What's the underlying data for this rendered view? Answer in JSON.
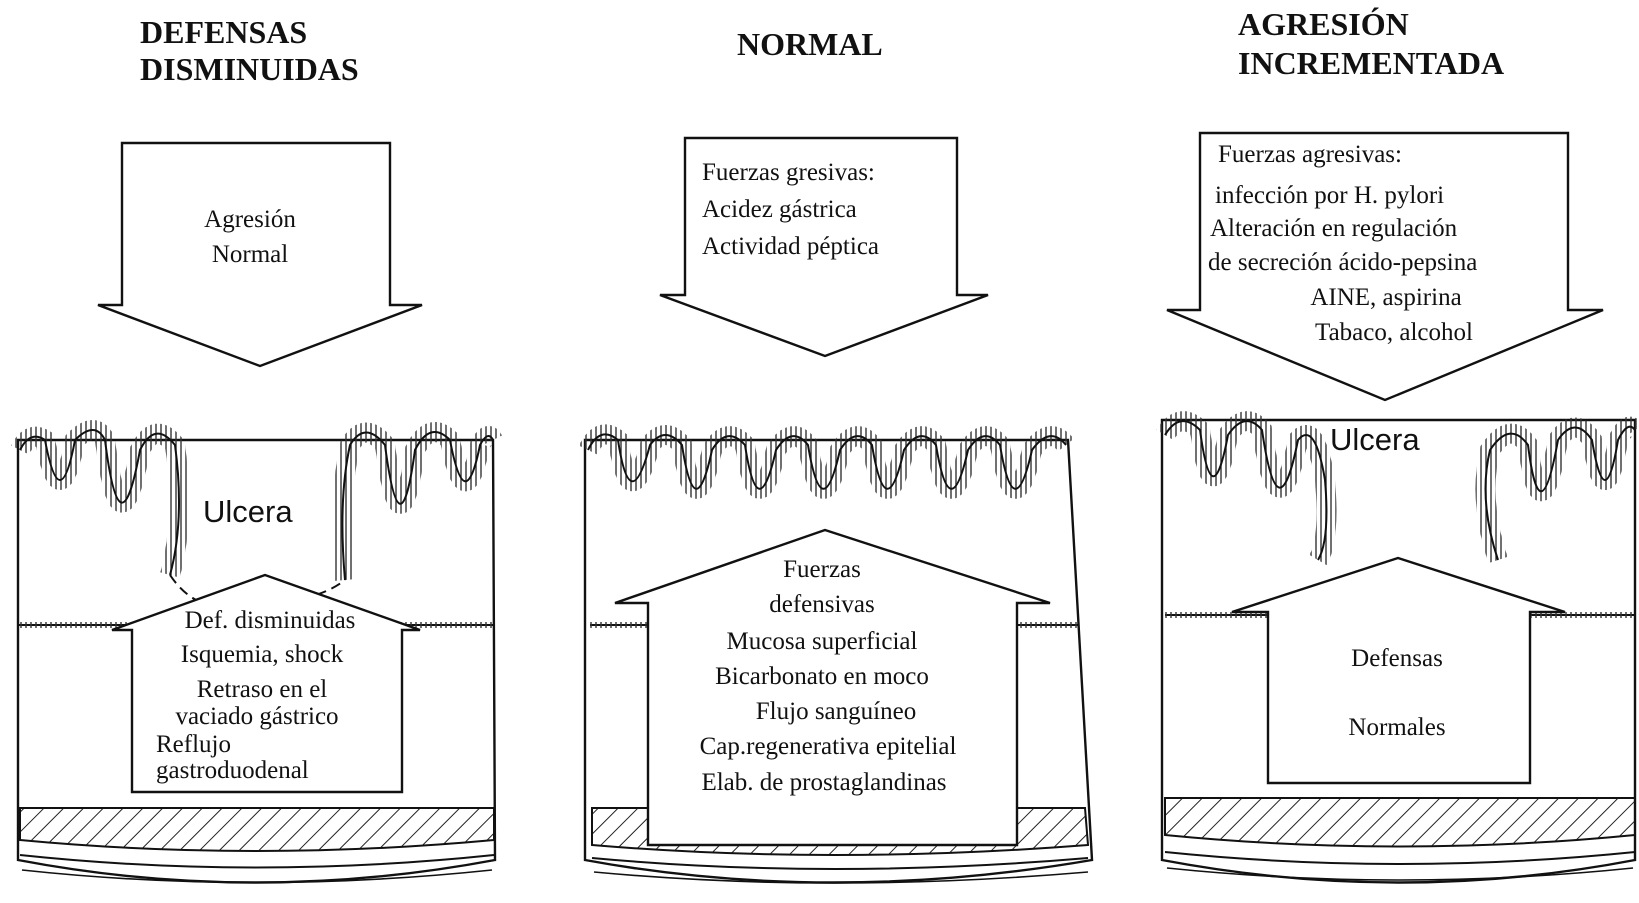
{
  "panels": {
    "decreased": {
      "header": [
        "DEFENSAS",
        "DISMINUIDAS"
      ],
      "aggression": [
        "Agresión",
        "Normal"
      ],
      "ulcer_label": "Ulcera",
      "defenses": [
        "Def. disminuidas",
        "Isquemia, shock",
        "Retraso en el",
        "vaciado gástrico",
        "Reflujo",
        "gastroduodenal"
      ]
    },
    "normal": {
      "header": [
        "NORMAL"
      ],
      "aggression": [
        "Fuerzas gresivas:",
        "Acidez gástrica",
        "Actividad péptica"
      ],
      "defenses": [
        "Fuerzas",
        "defensivas",
        "Mucosa superficial",
        "Bicarbonato en moco",
        "Flujo sanguíneo",
        "Cap.regenerativa epitelial",
        "Elab. de prostaglandinas"
      ]
    },
    "increased": {
      "header": [
        "AGRESIÓN",
        "INCREMENTADA"
      ],
      "aggression": [
        "Fuerzas  agresivas:",
        "infección por H. pylori",
        "Alteración en regulación",
        "de secreción ácido-pepsina",
        "AINE, aspirina",
        "Tabaco, alcohol"
      ],
      "ulcer_label": "Ulcera",
      "defenses": [
        "Defensas",
        "Normales"
      ]
    }
  }
}
